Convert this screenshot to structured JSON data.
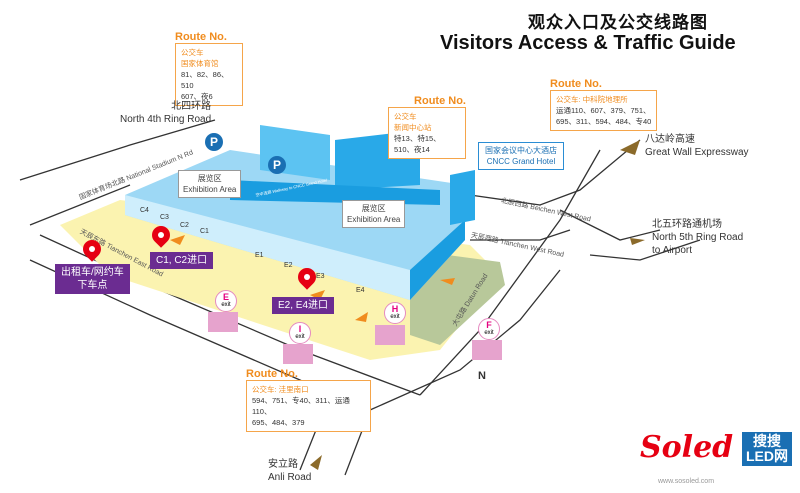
{
  "title": {
    "cn": "观众入口及公交线路图",
    "en": "Visitors Access & Traffic Guide"
  },
  "routes": [
    {
      "heading": "Route No.",
      "type": "公交车",
      "stop": "国家体育馆",
      "lines": [
        "81、82、86、510",
        "607、夜6"
      ]
    },
    {
      "heading": "Route No.",
      "type": "公交车",
      "stop": "新闻中心站",
      "lines": [
        "特13、特15、510、夜14"
      ]
    },
    {
      "heading": "Route No.",
      "type": "公交车: 中科院地理所",
      "stop": "",
      "lines": [
        "运通110、607、379、751、",
        "695、311、594、484、专40"
      ]
    },
    {
      "heading": "Route No.",
      "type": "公交车: 洼里南口",
      "stop": "",
      "lines": [
        "594、751、专40、311、运通110、",
        "695、484、379"
      ]
    }
  ],
  "roads": {
    "north4_cn": "北四环路",
    "north4_en": "North 4th Ring Road",
    "greatwall_cn": "八达岭高速",
    "greatwall_en": "Great Wall Expressway",
    "north5_cn": "北五环路通机场",
    "north5_en1": "North 5th Ring Road",
    "north5_en2": "to Airport",
    "anli_cn": "安立路",
    "anli_en": "Anli Road",
    "stadium_cn": "国家体育场北路",
    "stadium_en": "National Stadium N Rd",
    "tianchen_east_cn": "天辰东路",
    "tianchen_east_en": "Tianchen East Road",
    "tianchen_west_cn": "天辰西路",
    "tianchen_west_en": "Tianchen West Road",
    "beichen_west_cn": "北辰西路",
    "beichen_west_en": "Beichen West Road",
    "datun_cn": "大屯路",
    "datun_en": "Datun Road"
  },
  "areas": [
    {
      "cn": "展览区",
      "en": "Exhibition Area"
    },
    {
      "cn": "展览区",
      "en": "Exhibition Area"
    }
  ],
  "hotel": {
    "cn": "国家会议中心大酒店",
    "en": "CNCC Grand Hotel"
  },
  "walkway": "空中连廊 Walkway to CNCC Grand Hotel",
  "gates": [
    "C4",
    "C3",
    "C2",
    "C1",
    "E1",
    "E2",
    "E3",
    "E4"
  ],
  "entrances": {
    "c": "C1, C2进口",
    "e": "E2, E4进口",
    "taxi1": "出租车/网约车",
    "taxi2": "下车点"
  },
  "exits": [
    {
      "letter": "E",
      "label": "exit"
    },
    {
      "letter": "I",
      "label": "exit"
    },
    {
      "letter": "H",
      "label": "exit"
    },
    {
      "letter": "F",
      "label": "exit"
    }
  ],
  "parking": "P",
  "compass": "N",
  "logo": {
    "brand": "Soled",
    "cn": "搜搜",
    "en": "LED网",
    "site": "www.sosoled.com"
  },
  "colors": {
    "accent": "#f08c1e",
    "building": "#29a9e8",
    "purple": "#6b2c91",
    "pin": "#e60012",
    "plaza": "#fbf3b0",
    "green": "#b8c89a"
  }
}
